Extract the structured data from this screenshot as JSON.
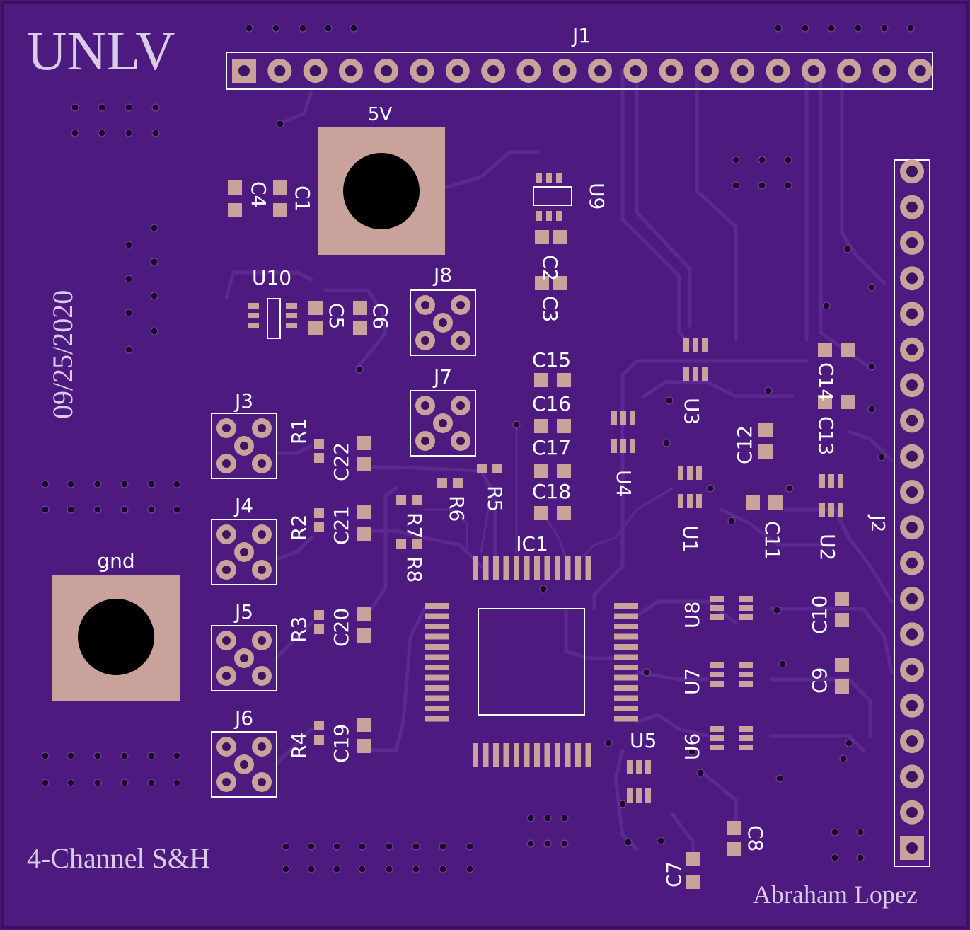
{
  "board": {
    "background_color": "#4a1a7a",
    "copper_color": "#c8a29b",
    "silkscreen_color": "#ffffff"
  },
  "texts": {
    "org": "UNLV",
    "date": "09/25/2020",
    "title": "4-Channel S&H",
    "author": "Abraham Lopez",
    "net_5v": "5V",
    "net_gnd": "gnd"
  },
  "designators": {
    "J1": "J1",
    "J2": "J2",
    "J3": "J3",
    "J4": "J4",
    "J5": "J5",
    "J6": "J6",
    "J7": "J7",
    "J8": "J8",
    "U1": "U1",
    "U2": "U2",
    "U3": "U3",
    "U4": "U4",
    "U5": "U5",
    "U6": "U6",
    "U7": "U7",
    "U8": "U8",
    "U9": "U9",
    "U10": "U10",
    "IC1": "IC1",
    "R1": "R1",
    "R2": "R2",
    "R3": "R3",
    "R4": "R4",
    "R5": "R5",
    "R6": "R6",
    "R7": "R7",
    "R8": "R8",
    "C1": "C1",
    "C2": "C2",
    "C3": "C3",
    "C4": "C4",
    "C5": "C5",
    "C6": "C6",
    "C7": "C7",
    "C8": "C8",
    "C9": "C9",
    "C10": "C10",
    "C11": "C11",
    "C12": "C12",
    "C13": "C13",
    "C14": "C14",
    "C15": "C15",
    "C16": "C16",
    "C17": "C17",
    "C18": "C18",
    "C19": "C19",
    "C20": "C20",
    "C21": "C21",
    "C22": "C22"
  }
}
